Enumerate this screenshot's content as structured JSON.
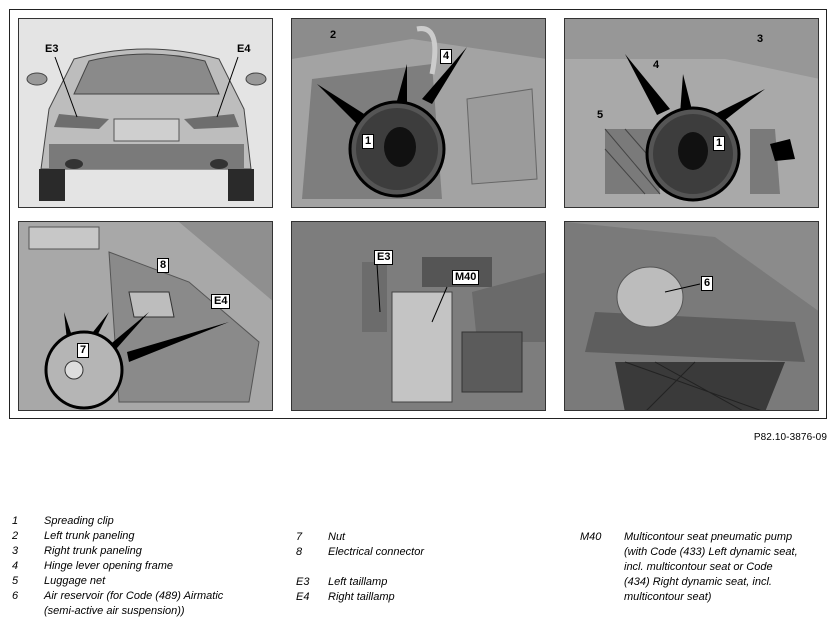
{
  "reference": "P82.10-3876-09",
  "callouts": {
    "p1": [
      "E3",
      "E4"
    ],
    "p2": [
      "2",
      "4",
      "1"
    ],
    "p3": [
      "3",
      "4",
      "5",
      "1"
    ],
    "p4": [
      "8",
      "E4",
      "7"
    ],
    "p5": [
      "E3",
      "M40"
    ],
    "p6": [
      "6"
    ]
  },
  "legend": {
    "col1": [
      {
        "num": "1",
        "text": "Spreading clip"
      },
      {
        "num": "2",
        "text": "Left trunk paneling"
      },
      {
        "num": "3",
        "text": "Right trunk paneling"
      },
      {
        "num": "4",
        "text": "Hinge lever opening frame"
      },
      {
        "num": "5",
        "text": "Luggage net"
      },
      {
        "num": "6",
        "text": "Air reservoir (for Code (489) Airmatic"
      },
      {
        "num": "",
        "text": "(semi-active air suspension))"
      }
    ],
    "col2": [
      {
        "num": "7",
        "text": "Nut"
      },
      {
        "num": "8",
        "text": "Electrical connector"
      },
      {
        "num": "E3",
        "text": "Left taillamp"
      },
      {
        "num": "E4",
        "text": "Right taillamp"
      }
    ],
    "col3": [
      {
        "num": "M40",
        "text": "Multicontour seat pneumatic pump"
      },
      {
        "num": "",
        "text": "(with Code (433) Left dynamic seat,"
      },
      {
        "num": "",
        "text": "incl. multicontour seat or Code"
      },
      {
        "num": "",
        "text": "(434) Right dynamic seat, incl."
      },
      {
        "num": "",
        "text": "multicontour seat)"
      }
    ]
  }
}
